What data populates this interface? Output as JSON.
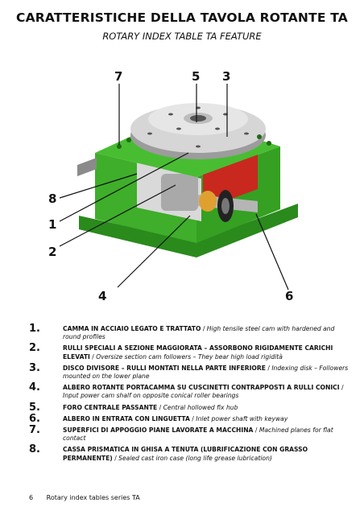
{
  "header": {
    "title": "CARATTERISTICHE DELLA TAVOLA ROTANTE TA",
    "subtitle": "ROTARY INDEX TABLE TA FEATURE"
  },
  "figure": {
    "callouts": [
      "7",
      "5",
      "3",
      "8",
      "1",
      "2",
      "4",
      "6"
    ],
    "colors": {
      "body": "#3fae2a",
      "body_dark": "#2a8a1c",
      "metal": "#c8c8c8",
      "red": "#c8281e"
    }
  },
  "features": [
    {
      "number": "1.",
      "it": "CAMMA IN ACCIAIO LEGATO E TRATTATO",
      "sep": " / ",
      "en": "High tensile steel cam with hardened and round profiles"
    },
    {
      "number": "2.",
      "it": "RULLI SPECIALI A SEZIONE MAGGIORATA – ASSORBONO RIGIDAMENTE CARICHI ELEVATI",
      "sep": " / ",
      "en": "Oversize section cam followers – They bear high load rigidità"
    },
    {
      "number": "3.",
      "it": "DISCO DIVISORE – RULLI MONTATI NELLA PARTE INFERIORE",
      "sep": " / ",
      "en": "Indexing disk – Followers mounted on the lower plane"
    },
    {
      "number": "4.",
      "it": "ALBERO ROTANTE PORTACAMMA SU CUSCINETTI CONTRAPPOSTI A RULLI CONICI",
      "sep": " / ",
      "en": "Input power cam shalf on opposite conical roller bearings"
    },
    {
      "number": "5.",
      "it": "FORO CENTRALE PASSANTE",
      "sep": " / ",
      "en": "Central hollowed fix hub"
    },
    {
      "number": "6.",
      "it": "ALBERO IN ENTRATA CON LINGUETTA",
      "sep": " / ",
      "en": "Inlet power shaft with keyway"
    },
    {
      "number": "7.",
      "it": "SUPERFICI DI APPOGGIO PIANE LAVORATE A MACCHINA",
      "sep": " / ",
      "en": "Machined planes for flat contact"
    },
    {
      "number": "8.",
      "it": "CASSA PRISMATICA IN GHISA A TENUTA (LUBRIFICAZIONE CON GRASSO PERMANENTE)",
      "sep": " / ",
      "en": "Sealed cast iron case (long life grease lubrication)"
    }
  ],
  "footer": {
    "page": "6",
    "text": "Rotary index tables series TA"
  }
}
